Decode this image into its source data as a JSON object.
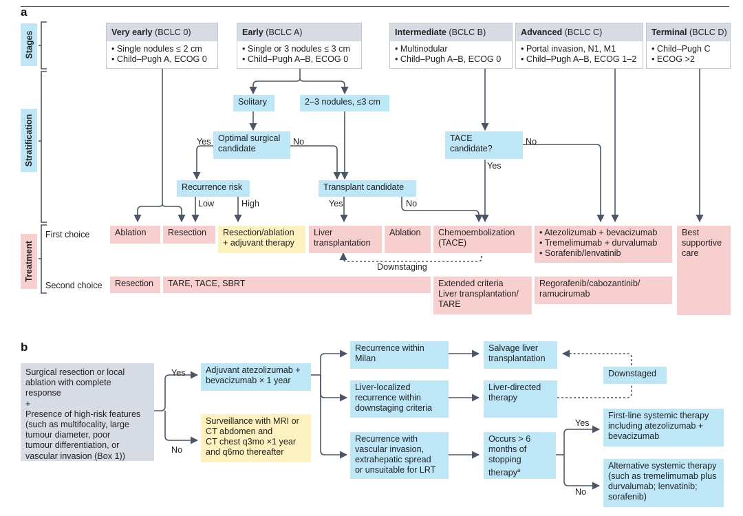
{
  "panel_a": {
    "letter": "a",
    "side_labels": {
      "stages": "Stages",
      "stratification": "Stratification",
      "treatment": "Treatment"
    },
    "stages": [
      {
        "name": "Very early",
        "code": " (BCLC 0)",
        "items": [
          "• Single nodules ≤ 2 cm",
          "• Child–Pugh A, ECOG 0"
        ]
      },
      {
        "name": "Early",
        "code": " (BCLC A)",
        "items": [
          "• Single or 3 nodules ≤ 3 cm",
          "• Child–Pugh A–B, ECOG 0"
        ]
      },
      {
        "name": "Intermediate",
        "code": " (BCLC B)",
        "items": [
          "• Multinodular",
          "• Child–Pugh A–B, ECOG 0"
        ]
      },
      {
        "name": "Advanced",
        "code": " (BCLC C)",
        "items": [
          "• Portal invasion, N1, M1",
          "• Child–Pugh A–B, ECOG 1–2"
        ]
      },
      {
        "name": "Terminal",
        "code": " (BCLC D)",
        "items": [
          "• Child–Pugh C",
          "• ECOG >2"
        ]
      }
    ],
    "stratification": {
      "solitary": "Solitary",
      "nodules": "2–3 nodules, ≤3 cm",
      "optimal": [
        "Optimal surgical",
        "candidate"
      ],
      "recurrence": "Recurrence risk",
      "transplant": "Transplant candidate",
      "tace": [
        "TACE",
        "candidate?"
      ]
    },
    "edge_labels": {
      "yes1": "Yes",
      "no1": "No",
      "low": "Low",
      "high": "High",
      "yes2": "Yes",
      "no2": "No",
      "yes3": "Yes",
      "no3": "No"
    },
    "row_labels": {
      "first": "First choice",
      "second": "Second choice"
    },
    "first_choice": {
      "ablation": "Ablation",
      "resection": "Resection",
      "adjuvant": [
        "Resection/ablation",
        "+ adjuvant therapy"
      ],
      "liver": [
        "Liver",
        "transplantation"
      ],
      "ablation2": "Ablation",
      "chemo": [
        "Chemoembolization",
        "(TACE)"
      ],
      "systemic": [
        "• Atezolizumab + bevacizumab",
        "• Tremelimumab + durvalumab",
        "• Sorafenib/lenvatinib"
      ],
      "best": [
        "Best",
        "supportive",
        "care"
      ]
    },
    "downstaging": "Downstaging",
    "second_choice": {
      "resection": "Resection",
      "tare": "TARE, TACE, SBRT",
      "extended": [
        "Extended criteria",
        "Liver transplantation/",
        "TARE"
      ],
      "rego": [
        "Regorafenib/cabozantinib/",
        "ramucirumab"
      ]
    }
  },
  "panel_b": {
    "letter": "b",
    "start": [
      "Surgical resection or local",
      "ablation with complete",
      "response",
      "+",
      "Presence of high-risk features",
      "(such as multifocality, large",
      "tumour diameter, poor",
      "tumour differentiation, or",
      "vascular invasion (Box 1))"
    ],
    "yes": "Yes",
    "no": "No",
    "adjuvant": [
      "Adjuvant atezolizumab +",
      "bevacizumab × 1 year"
    ],
    "surveillance": [
      "Surveillance with MRI or",
      "CT abdomen and",
      "CT chest q3mo ×1 year",
      "and q6mo thereafter"
    ],
    "milan": [
      "Recurrence within",
      "Milan"
    ],
    "localized": [
      "Liver-localized",
      "recurrence within",
      "downstaging criteria"
    ],
    "vascular": [
      "Recurrence with",
      "vascular invasion,",
      "extrahepatic spread",
      "or unsuitable for LRT"
    ],
    "salvage": [
      "Salvage liver",
      "transplantation"
    ],
    "directed": [
      "Liver-directed",
      "therapy"
    ],
    "occurs": [
      "Occurs > 6",
      "months of",
      "stopping",
      "therapy"
    ],
    "occurs_sup": "a",
    "downstaged": "Downstaged",
    "yes2": "Yes",
    "no2": "No",
    "firstline": [
      "First-line systemic therapy",
      "including atezolizumab +",
      "bevacizumab"
    ],
    "alternative": [
      "Alternative systemic therapy",
      "(such as tremelimumab plus",
      "durvalumab; lenvatinib;",
      "sorafenib)"
    ]
  },
  "colors": {
    "blue": "#bde6f6",
    "pink": "#f8cfcf",
    "yellow": "#fdf1bf",
    "grey": "#d7dbe4",
    "line": "#4a5568"
  }
}
